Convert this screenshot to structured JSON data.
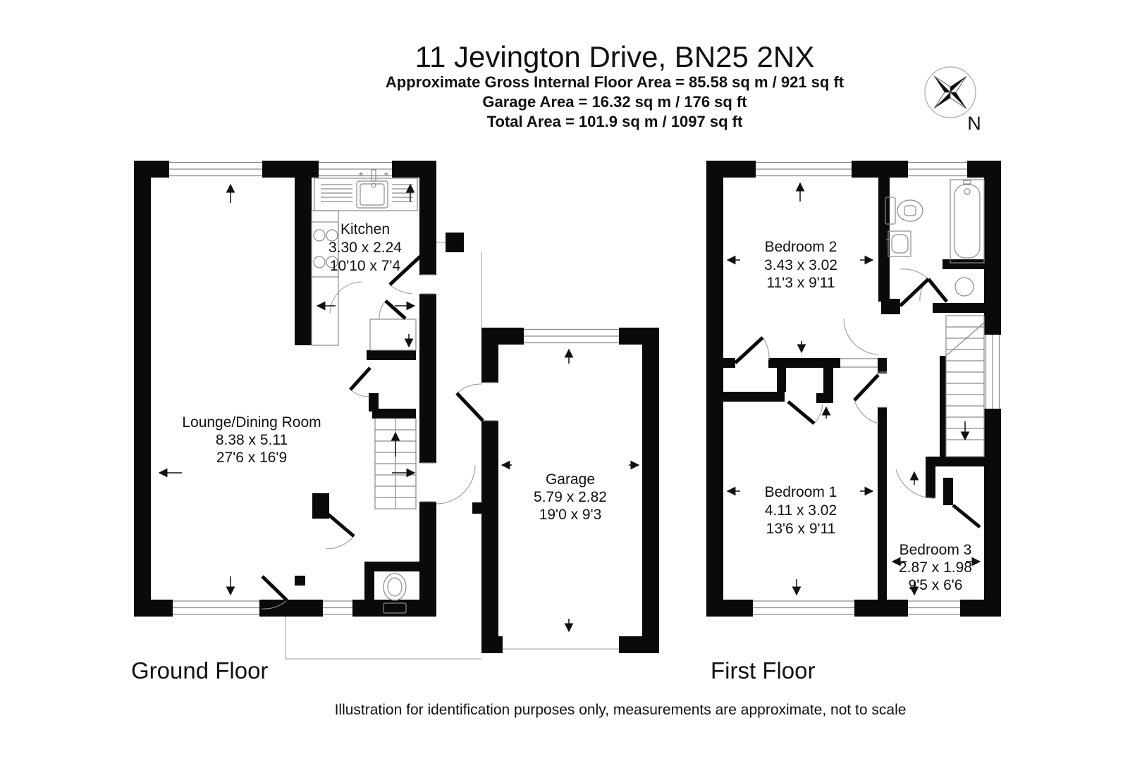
{
  "header": {
    "title": "11 Jevington Drive, BN25 2NX",
    "area_line1": "Approximate Gross Internal Floor Area = 85.58 sq m / 921 sq ft",
    "area_line2": "Garage Area = 16.32 sq m / 176 sq ft",
    "area_line3": "Total Area = 101.9 sq m / 1097 sq ft"
  },
  "compass": {
    "north_label": "N"
  },
  "ground_floor": {
    "label": "Ground Floor",
    "rooms": {
      "lounge": {
        "name": "Lounge/Dining Room",
        "metric": "8.38 x 5.11",
        "imperial": "27'6 x 16'9"
      },
      "kitchen": {
        "name": "Kitchen",
        "metric": "3.30 x 2.24",
        "imperial": "10'10 x 7'4"
      },
      "garage": {
        "name": "Garage",
        "metric": "5.79 x 2.82",
        "imperial": "19'0 x 9'3"
      }
    }
  },
  "first_floor": {
    "label": "First Floor",
    "rooms": {
      "bedroom2": {
        "name": "Bedroom 2",
        "metric": "3.43 x 3.02",
        "imperial": "11'3 x 9'11"
      },
      "bedroom1": {
        "name": "Bedroom 1",
        "metric": "4.11 x 3.02",
        "imperial": "13'6 x 9'11"
      },
      "bedroom3": {
        "name": "Bedroom 3",
        "metric": "2.87 x 1.98",
        "imperial": "9'5 x 6'6"
      }
    }
  },
  "footer": {
    "disclaimer": "Illustration for identification purposes only, measurements are approximate, not to scale"
  }
}
